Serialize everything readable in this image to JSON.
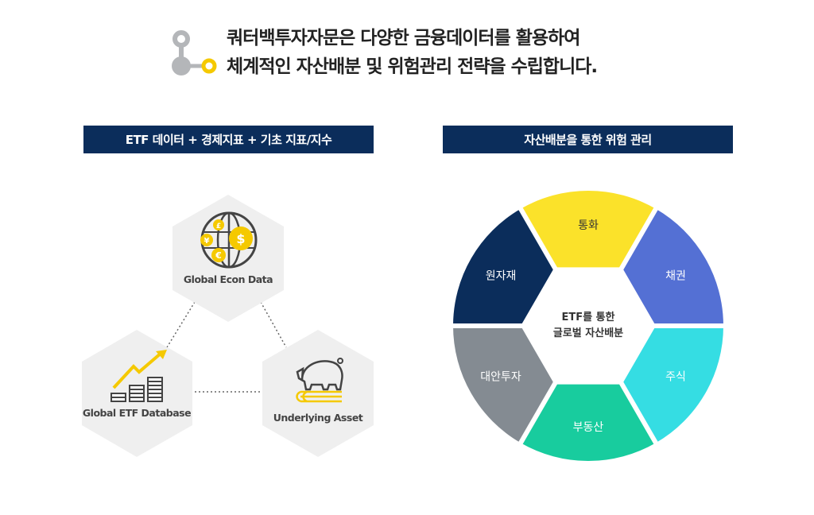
{
  "headline": {
    "line1": "쿼터백투자자문은 다양한 금융데이터를 활용하여",
    "line2": "체계적인 자산배분 및 위험관리 전략을 수립합니다."
  },
  "left_panel": {
    "title": "ETF 데이터 + 경제지표 + 기초 지표/지수",
    "nodes": [
      {
        "label": "Global Econ Data",
        "icon": "globe-currency-icon"
      },
      {
        "label": "Global ETF Database",
        "icon": "chart-coins-icon"
      },
      {
        "label": "Underlying Asset",
        "icon": "piggy-bank-icon"
      }
    ]
  },
  "right_panel": {
    "title": "자산배분을 통한 위험 관리",
    "center_line1": "ETF를 통한",
    "center_line2": "글로벌 자산배분",
    "segments": [
      {
        "label": "통화",
        "color": "#fbe22a",
        "text_color": "#333333"
      },
      {
        "label": "채권",
        "color": "#5470d4",
        "text_color": "#ffffff"
      },
      {
        "label": "주식",
        "color": "#35dde3",
        "text_color": "#ffffff"
      },
      {
        "label": "부동산",
        "color": "#18cc9e",
        "text_color": "#ffffff"
      },
      {
        "label": "대안투자",
        "color": "#848b92",
        "text_color": "#ffffff"
      },
      {
        "label": "원자재",
        "color": "#0b2d5b",
        "text_color": "#ffffff"
      }
    ]
  },
  "colors": {
    "navy": "#0b2d5b",
    "yellow": "#f5c900",
    "gray": "#b4b6b9",
    "hex_bg": "#efefef"
  }
}
